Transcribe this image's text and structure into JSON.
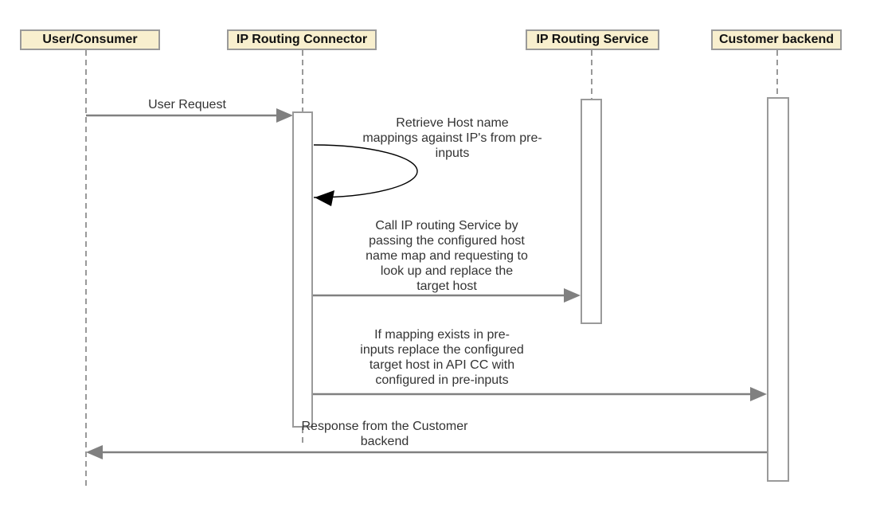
{
  "diagram": {
    "type": "uml-sequence",
    "colors": {
      "background": "#FFFFFF",
      "actor_fill": "#F8EFCE",
      "actor_border": "#9A9A9A",
      "actor_text": "#111111",
      "lifeline": "#999999",
      "activation_fill": "#FFFFFF",
      "activation_border": "#9A9A9A",
      "message_line": "#808080",
      "self_message_line": "#000000",
      "label_text": "#333333"
    },
    "actors": [
      {
        "label": "User/Consumer"
      },
      {
        "label": "IP Routing Connector"
      },
      {
        "label": "IP Routing Service"
      },
      {
        "label": "Customer backend"
      }
    ],
    "messages": [
      {
        "from": "User/Consumer",
        "to": "IP Routing Connector",
        "kind": "sync",
        "label": "User Request"
      },
      {
        "from": "IP Routing Connector",
        "to": "IP Routing Connector",
        "kind": "self",
        "label": "Retrieve Host name\nmappings against IP's from pre-\ninputs"
      },
      {
        "from": "IP Routing Connector",
        "to": "IP Routing Service",
        "kind": "sync",
        "label": "Call IP routing Service by\npassing the configured host\nname map and requesting to\nlook up and replace the\ntarget host"
      },
      {
        "from": "IP Routing Connector",
        "to": "Customer backend",
        "kind": "sync",
        "label": "If mapping exists in pre-\ninputs replace the configured\ntarget host in API CC with\nconfigured in pre-inputs"
      },
      {
        "from": "Customer backend",
        "to": "User/Consumer",
        "kind": "return",
        "label": "Response from the Customer\nbackend"
      }
    ]
  }
}
